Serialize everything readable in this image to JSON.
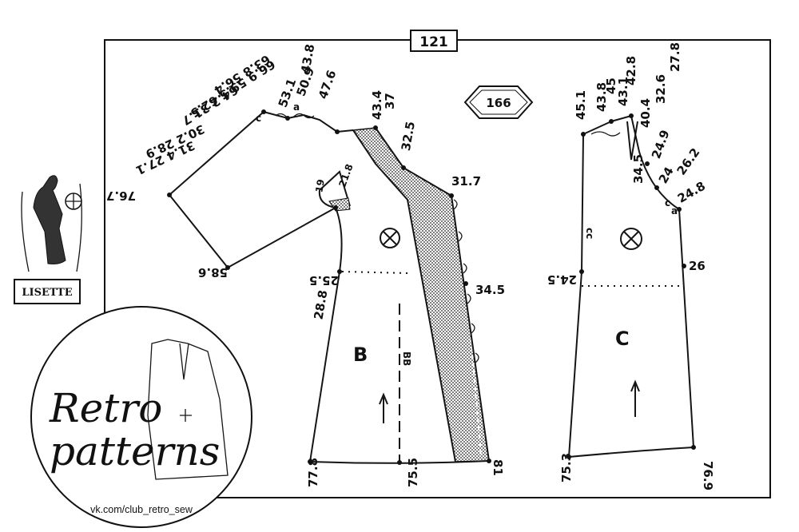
{
  "sheet": {
    "number": "121"
  },
  "badge": {
    "number": "166"
  },
  "pieces": {
    "B": {
      "letter": "B",
      "grain_code": "BB"
    },
    "C": {
      "letter": "C",
      "grain_code": "cc"
    }
  },
  "labels": {
    "b_76_7": "76.7",
    "b_58_6": "58.6",
    "b_31_4": "31.4 27.1",
    "b_30_2": "30.2 28.9",
    "b_64_2": "64.2 31.7",
    "b_66_9": "66.9 59.5 62.5",
    "b_63_8": "63.8 56.4",
    "b_53_1": "53.1",
    "b_50_9": "50.9",
    "b_43_8": "43.8",
    "b_47_6": "47.6",
    "b_43_4": "43.4",
    "b_37": "37",
    "b_32_5": "32.5",
    "b_31_7": "31.7",
    "b_21_8": "21.8",
    "b_19": "19",
    "b_a": "a",
    "b_c": "c",
    "b_25_5": "25.5",
    "b_28_8": "28.8",
    "b_34_5": "34.5",
    "b_77_8": "77.8",
    "b_75_5": "75.5",
    "b_81": "81",
    "c_45_1": "45.1",
    "c_43_8": "43.8",
    "c_45": "45",
    "c_43_1": "43.1",
    "c_42_8": "42.8",
    "c_40_4": "40.4",
    "c_32_6": "32.6",
    "c_27_8": "27.8",
    "c_24_9": "24.9",
    "c_34_5": "34.5",
    "c_24": "24",
    "c_26_2": "26.2",
    "c_24_8": "24.8",
    "c_a": "a",
    "c_c": "c",
    "c_26": "26",
    "c_24_5": "24.5",
    "c_75_3": "75.3",
    "c_76_9": "76.9"
  },
  "branding": {
    "lisette": "LISETTE",
    "retro_line1": "Retro",
    "retro_line2": "patterns",
    "vk": "vk.com/club_retro_sew"
  }
}
